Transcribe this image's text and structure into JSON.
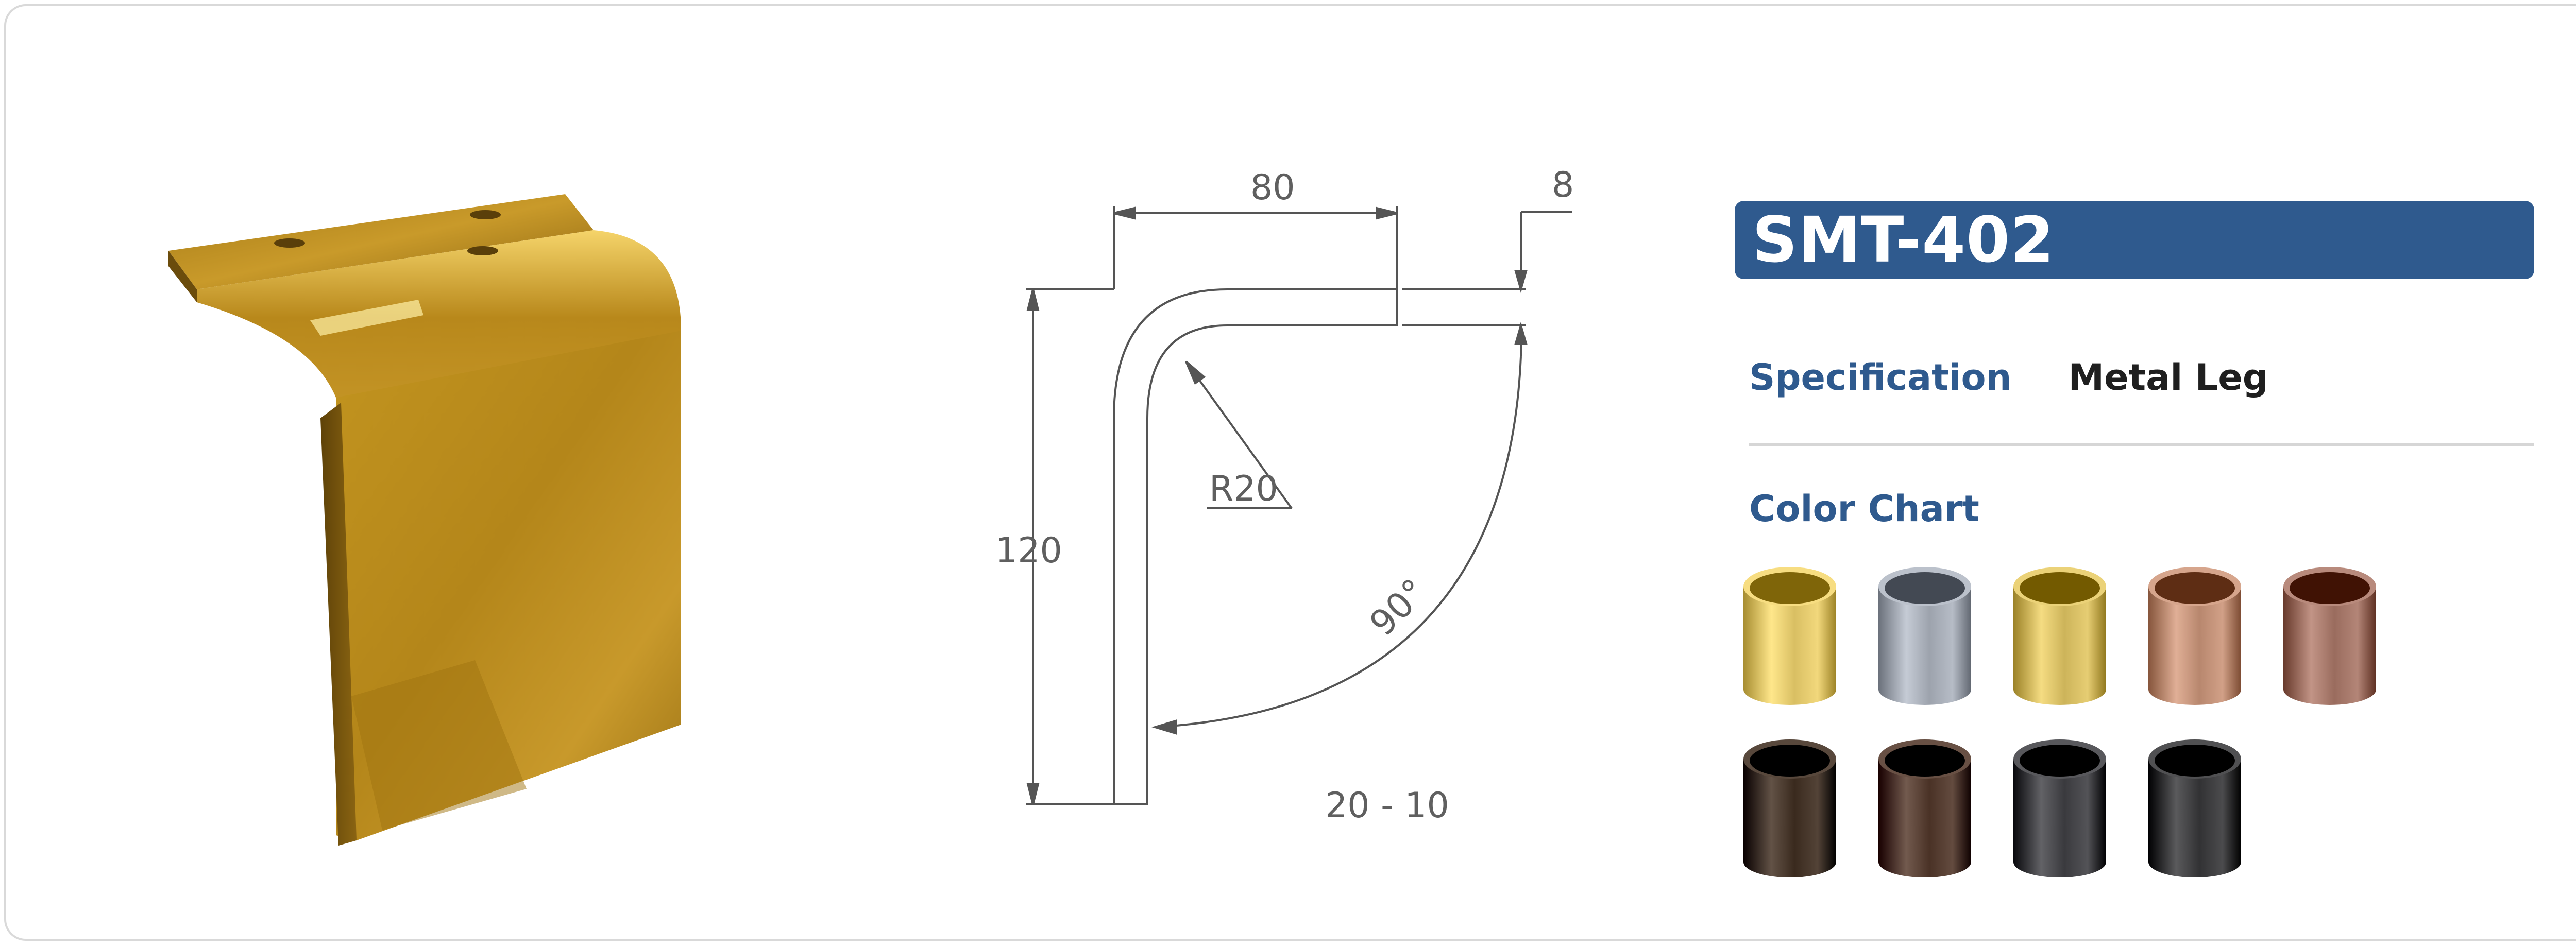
{
  "product": {
    "model": "SMT-402",
    "spec_label": "Specification",
    "spec_value": "Metal Leg",
    "color_chart_label": "Color Chart"
  },
  "drawing": {
    "width_dim": "80",
    "thickness_dim": "8",
    "height_dim": "120",
    "radius_dim": "R20",
    "angle_dim": "90°",
    "bottom_dim": "20 - 10"
  },
  "colors": {
    "brand_blue": "#2f5a8e",
    "gold": "#c8a53b",
    "divider": "#d6d6d6"
  },
  "swatches": [
    {
      "finish": "gold",
      "color": "#d9bf63"
    },
    {
      "finish": "chrome",
      "color": "#9da3ad"
    },
    {
      "finish": "brushed-gold",
      "color": "#cdb45a"
    },
    {
      "finish": "rose-gold",
      "color": "#b8876e"
    },
    {
      "finish": "dark-rose-gold",
      "color": "#9a6c5e"
    },
    {
      "finish": "dark-bronze",
      "color": "#3a2a1e"
    },
    {
      "finish": "brown-bronze",
      "color": "#4a3226"
    },
    {
      "finish": "gunmetal",
      "color": "#3a3a3e"
    },
    {
      "finish": "black-chrome",
      "color": "#323234"
    }
  ]
}
